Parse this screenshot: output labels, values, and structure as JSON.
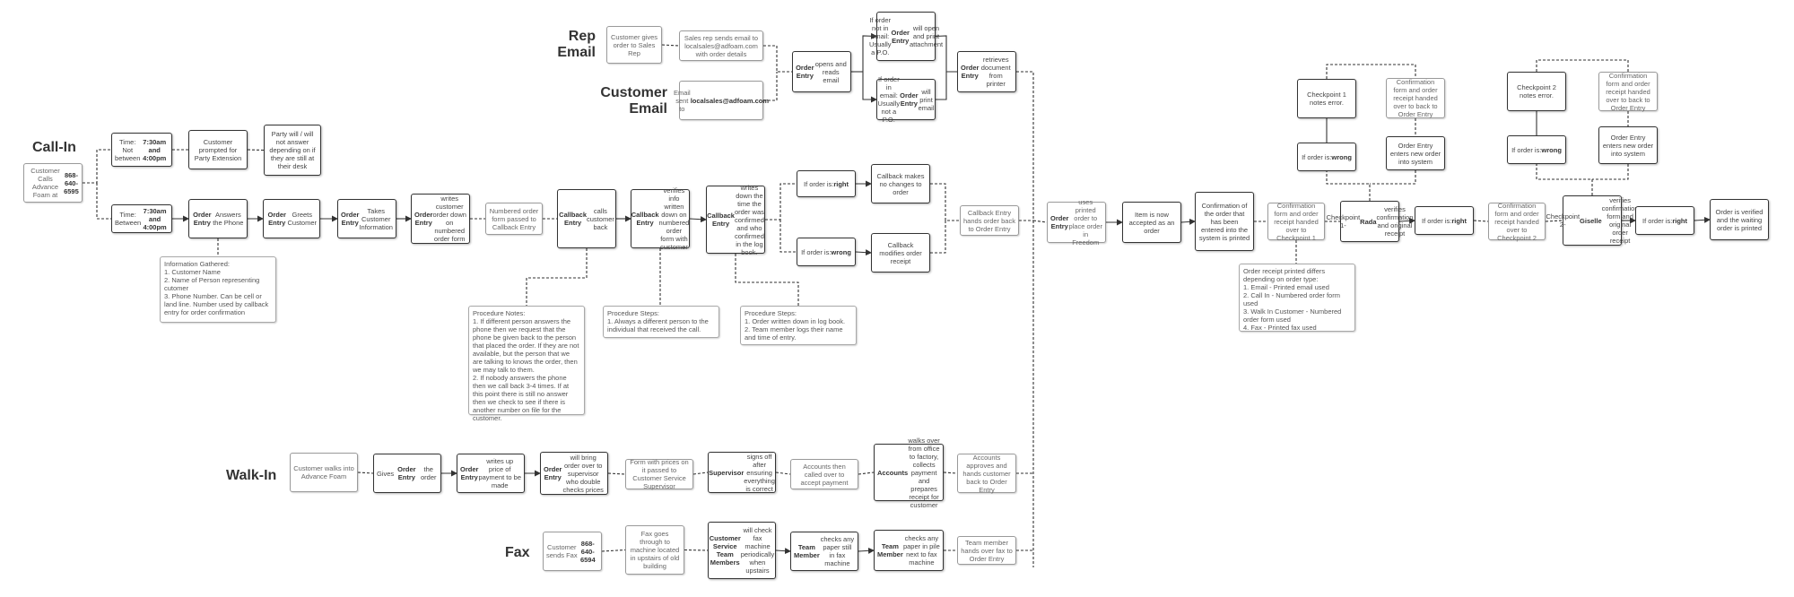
{
  "lanes": {
    "call_in": "Call-In",
    "rep_email": "Rep\nEmail",
    "customer_email": "Customer\nEmail",
    "walk_in": "Walk-In",
    "fax": "Fax"
  },
  "nodes": [
    {
      "id": "n1",
      "kind": "light",
      "html": "Customer Calls Advance Foam at <b>868-640-6595</b>"
    },
    {
      "id": "n2",
      "kind": "dark",
      "html": "Time: Not between <b>7:30am and 4:00pm</b>"
    },
    {
      "id": "n3",
      "kind": "dark",
      "html": "Customer prompted for Party Extension"
    },
    {
      "id": "n4",
      "kind": "dark",
      "html": "Party will / will not answer depending on if they are still at their desk"
    },
    {
      "id": "n5",
      "kind": "dark",
      "html": "Time: Between <b>7:30am and 4:00pm</b>"
    },
    {
      "id": "n6",
      "kind": "dark",
      "html": "<b>Order Entry</b> Answers the Phone"
    },
    {
      "id": "n7",
      "kind": "dark",
      "html": "<b>Order Entry</b> Greets Customer"
    },
    {
      "id": "n8",
      "kind": "dark",
      "html": "<b>Order Entry</b> Takes Customer Information"
    },
    {
      "id": "n9",
      "kind": "dark",
      "html": "<b>Order Entry</b> writes customer order down on numbered order form"
    },
    {
      "id": "n10",
      "kind": "light",
      "html": "Numbered order form passed to Callback Entry"
    },
    {
      "id": "n11",
      "kind": "dark",
      "html": "<b>Callback Entry</b> calls customer back"
    },
    {
      "id": "n12",
      "kind": "dark",
      "html": "<b>Callback Entry</b> verifies info written down on numbered order form with customer"
    },
    {
      "id": "n13",
      "kind": "dark",
      "html": "<b>Callback Entry</b> writes down the time the order was confirmed and who confirmed in the log book."
    },
    {
      "id": "n14",
      "kind": "dark",
      "html": "If order is: <b>right</b>"
    },
    {
      "id": "n15",
      "kind": "dark",
      "html": "If order is: <b>wrong</b>"
    },
    {
      "id": "n16",
      "kind": "dark",
      "html": "Callback makes no changes to order"
    },
    {
      "id": "n17",
      "kind": "dark",
      "html": "Callback modifies order receipt"
    },
    {
      "id": "n18",
      "kind": "light",
      "html": "Callback Entry hands order back to Order Entry"
    },
    {
      "id": "n19",
      "kind": "light",
      "html": "Customer gives order to Sales Rep"
    },
    {
      "id": "n20",
      "kind": "light",
      "html": "Sales rep sends email to localsales@adfoam.com with order details"
    },
    {
      "id": "n21",
      "kind": "light",
      "html": "Email sent to <b>localsales@adfoam.com</b>"
    },
    {
      "id": "n22",
      "kind": "dark",
      "html": "<b>Order Entry</b> opens and reads email"
    },
    {
      "id": "n23",
      "kind": "dark",
      "html": "If order not in email: Usually a P.O. <b>Order Entry</b> will open and print attachment"
    },
    {
      "id": "n24",
      "kind": "dark",
      "html": "If order in email: Usually not a P.O. <b>Order Entry</b> will print email"
    },
    {
      "id": "n25",
      "kind": "dark",
      "html": "<b>Order Entry</b> retrieves document from printer"
    },
    {
      "id": "n26",
      "kind": "light",
      "html": "<b>Order Entry</b> uses printed order to place order in Freedom"
    },
    {
      "id": "n27",
      "kind": "dark",
      "html": "Item is now accepted as an order"
    },
    {
      "id": "n28",
      "kind": "dark",
      "html": "Confirmation of the order that has been entered into the system is printed"
    },
    {
      "id": "n29",
      "kind": "light",
      "html": "Confirmation form and order receipt handed over to Checkpoint 1"
    },
    {
      "id": "n30",
      "kind": "dark",
      "html": "Checkpoint 1- <b>Rada</b> verifies confirmation and original receipt"
    },
    {
      "id": "n31",
      "kind": "dark",
      "html": "Checkpoint 1 notes error."
    },
    {
      "id": "n32",
      "kind": "light",
      "html": "Confirmation form and order receipt handed over to back to Order Entry"
    },
    {
      "id": "n33",
      "kind": "dark",
      "html": "If order is: <b>wrong</b>"
    },
    {
      "id": "n34",
      "kind": "dark",
      "html": "Order Entry enters new order into system"
    },
    {
      "id": "n35",
      "kind": "dark",
      "html": "If order is: <b>right</b>"
    },
    {
      "id": "n36",
      "kind": "light",
      "html": "Confirmation form and order receipt handed over to Checkpoint 2"
    },
    {
      "id": "n37",
      "kind": "dark",
      "html": "Checkpoint 2- <b>Giselle</b> verifies confirmation form and original order receipt"
    },
    {
      "id": "n38",
      "kind": "dark",
      "html": "Checkpoint 2 notes error."
    },
    {
      "id": "n39",
      "kind": "light",
      "html": "Confirmation form and order receipt handed over to back to Order Entry"
    },
    {
      "id": "n40",
      "kind": "dark",
      "html": "If order is: <b>wrong</b>"
    },
    {
      "id": "n41",
      "kind": "dark",
      "html": "Order Entry enters new order into system"
    },
    {
      "id": "n42",
      "kind": "dark",
      "html": "If order is: <b>right</b>"
    },
    {
      "id": "n43",
      "kind": "dark",
      "html": "Order is verified and the waiting order is printed"
    },
    {
      "id": "n44",
      "kind": "light",
      "html": "Customer walks into Advance Foam"
    },
    {
      "id": "n45",
      "kind": "dark",
      "html": "Gives <b>Order Entry</b> the order"
    },
    {
      "id": "n46",
      "kind": "dark",
      "html": "<b>Order Entry</b> writes up price of payment to be made"
    },
    {
      "id": "n47",
      "kind": "dark",
      "html": "<b>Order Entry</b> will bring order over to supervisor who double checks prices"
    },
    {
      "id": "n48",
      "kind": "light",
      "html": "Form with prices on it passed to Customer Service Supervisor"
    },
    {
      "id": "n49",
      "kind": "dark",
      "html": "<b>Supervisor</b> signs off after ensuring everything is correct"
    },
    {
      "id": "n50",
      "kind": "light",
      "html": "Accounts then called over to accept payment"
    },
    {
      "id": "n51",
      "kind": "dark",
      "html": "<b>Accounts</b> walks over from office to factory, collects payment and prepares receipt for customer"
    },
    {
      "id": "n52",
      "kind": "light",
      "html": "Accounts approves and hands customer  back to Order Entry"
    },
    {
      "id": "n53",
      "kind": "light",
      "html": "Customer sends Fax <b>868-640-6594</b>"
    },
    {
      "id": "n54",
      "kind": "light",
      "html": "Fax goes through to machine located in upstairs of old building"
    },
    {
      "id": "n55",
      "kind": "dark",
      "html": "<b>Customer Service Team Members</b> will check fax machine periodically when upstairs"
    },
    {
      "id": "n56",
      "kind": "dark",
      "html": "<b>Team Member</b> checks any paper still in fax machine"
    },
    {
      "id": "n57",
      "kind": "dark",
      "html": "<b>Team Member</b> checks any paper in pile next to fax machine"
    },
    {
      "id": "n58",
      "kind": "light",
      "html": "Team member hands over fax to Order Entry"
    },
    {
      "id": "t1",
      "kind": "note",
      "html": "Information Gathered:\n1. Customer Name\n2. Name of Person representing cutomer\n3. Phone Number. Can be cell or land line. Number used by callback entry for order confirmation"
    },
    {
      "id": "t2",
      "kind": "note",
      "html": "Procedure Notes:\n1. If different person answers the phone then we request that the phone be given back to the person that placed the order. If they are not available, but the person that we are talking to knows the order, then we may talk to them.\n2. If nobody answers the phone then we call back 3-4 times. If at this point there is still no answer then we check to see if there is another number on file for the customer."
    },
    {
      "id": "t3",
      "kind": "note",
      "html": "Procedure Steps:\n1. Always a different person to the individual that received the call."
    },
    {
      "id": "t4",
      "kind": "note",
      "html": "Procedure Steps:\n1. Order written down in log book.\n2. Team member logs their name and time of entry."
    },
    {
      "id": "t5",
      "kind": "note",
      "html": "Order receipt printed differs depending on order type:\n1. Email - Printed email used\n2. Call In - Numbered order form used\n3. Walk In Customer - Numbered order form used\n4. Fax - Printed fax used"
    }
  ]
}
